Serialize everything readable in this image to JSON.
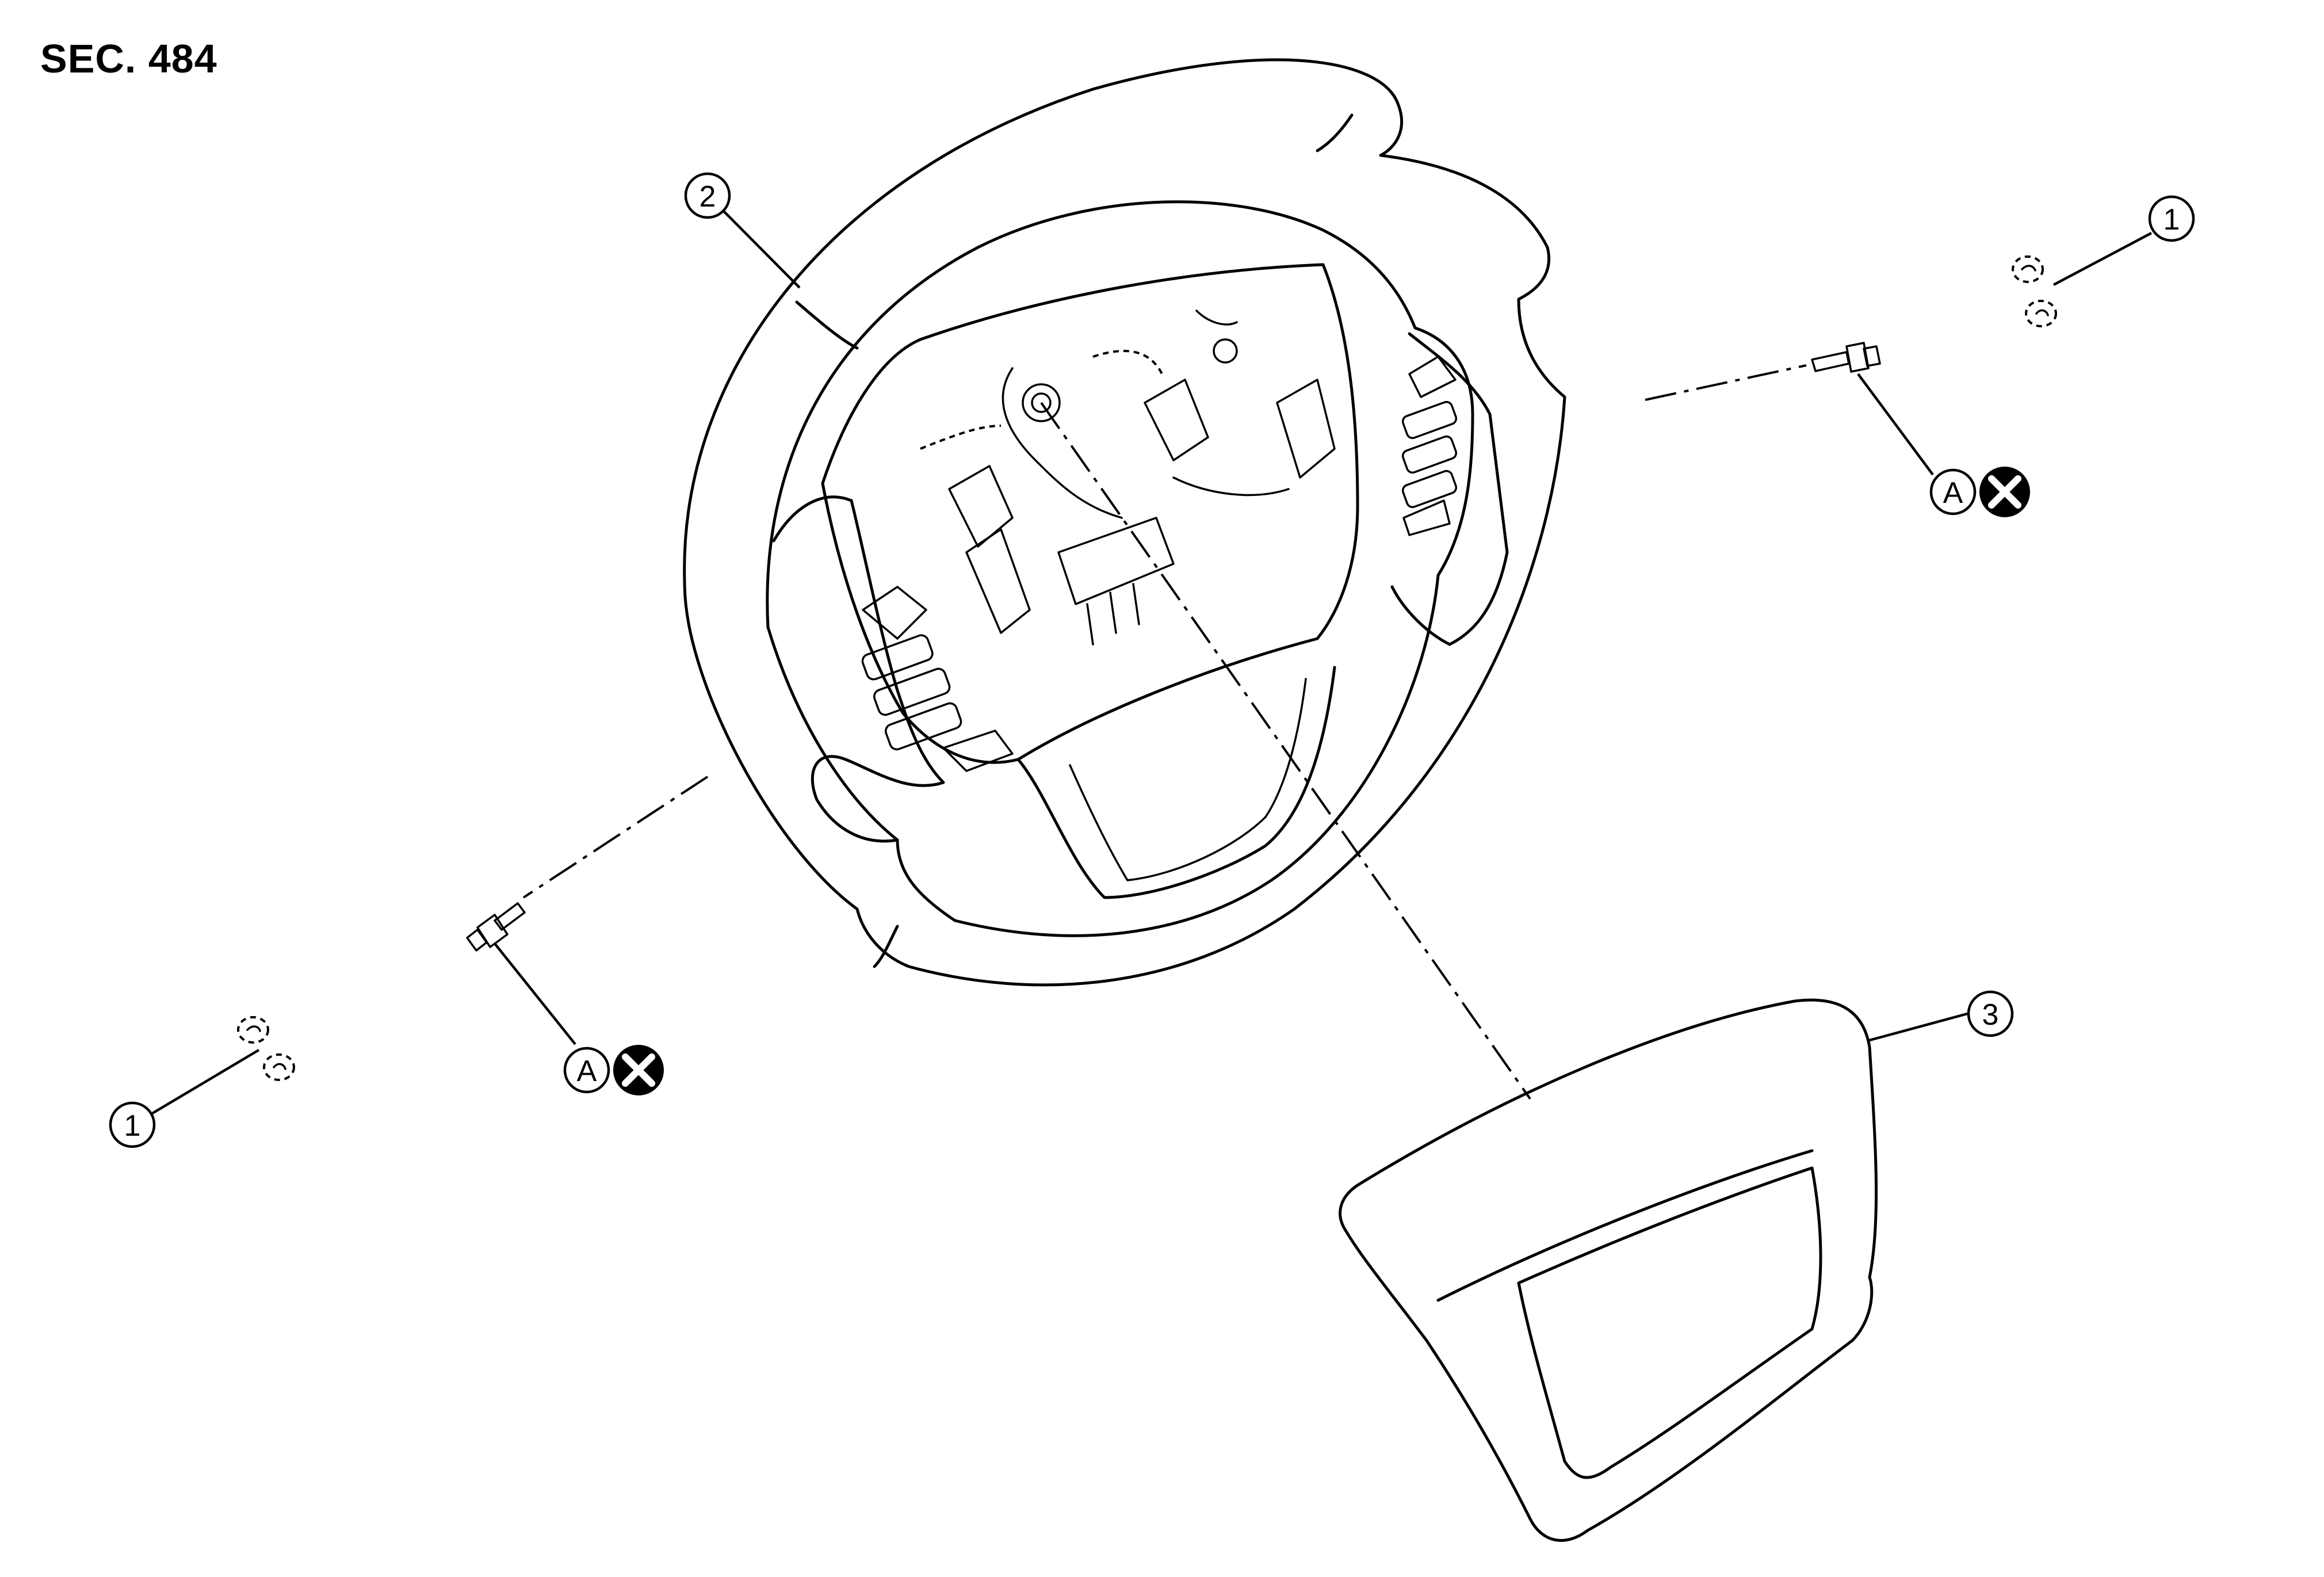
{
  "section_label": "SEC. 484",
  "callouts": {
    "clip_right": "1",
    "clip_left": "1",
    "steering_wheel": "2",
    "airbag_module": "3",
    "marker_a_right": "A",
    "marker_a_left": "A"
  },
  "icons": {
    "do_not_reuse": "x-circle-icon",
    "clip": "clip-icon",
    "bolt": "bolt-icon"
  }
}
